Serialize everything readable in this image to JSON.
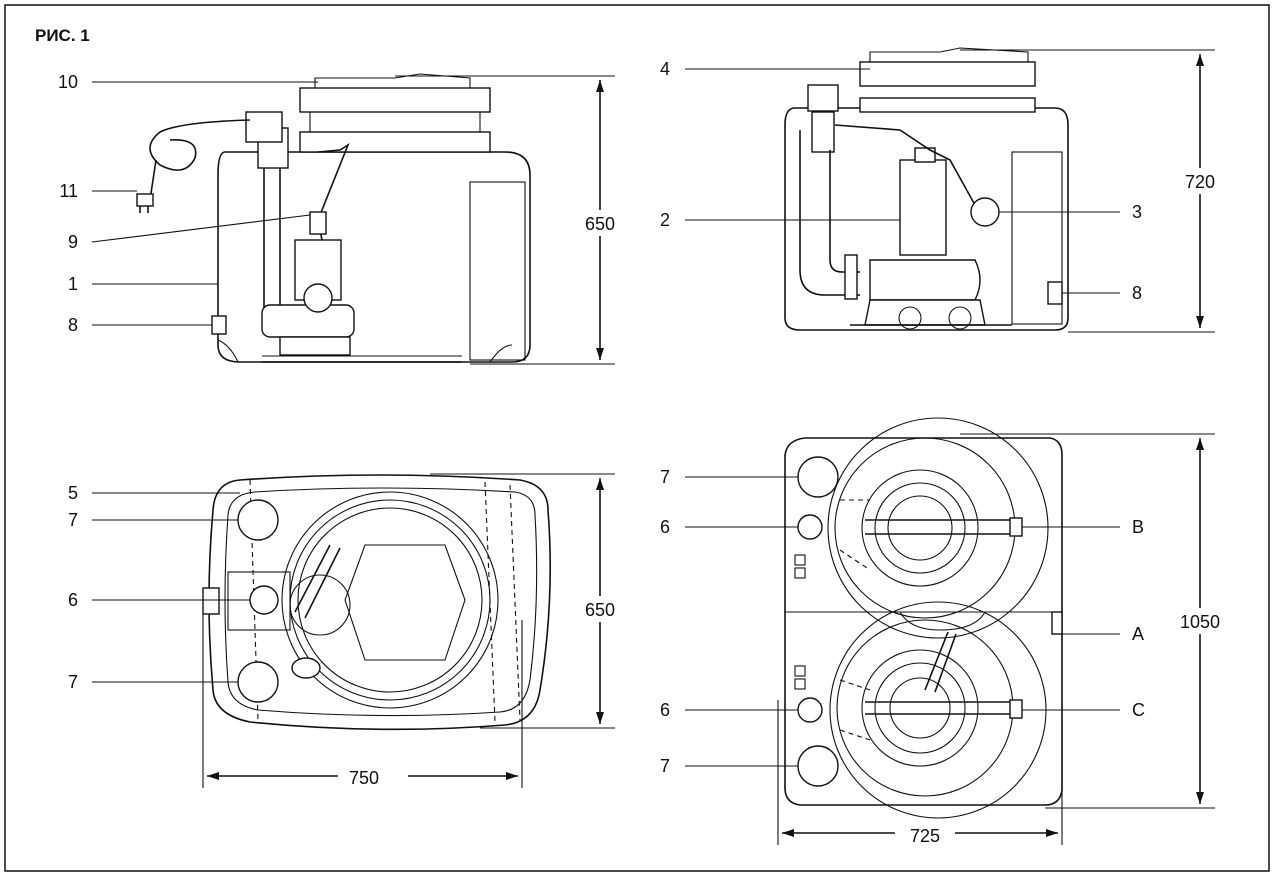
{
  "figure": {
    "title": "РИС. 1"
  },
  "views": {
    "side_left": {
      "labels": [
        "10",
        "11",
        "9",
        "1",
        "8"
      ],
      "dimension": "650"
    },
    "side_right": {
      "labels": [
        "4",
        "2",
        "3",
        "8"
      ],
      "dimension": "720"
    },
    "top_single": {
      "labels": [
        "5",
        "7",
        "6",
        "7"
      ],
      "height_dimension": "650",
      "width_dimension": "750"
    },
    "top_double": {
      "labels_left": [
        "7",
        "6",
        "6",
        "7"
      ],
      "labels_right": [
        "B",
        "A",
        "C"
      ],
      "height_dimension": "1050",
      "width_dimension": "725"
    }
  }
}
